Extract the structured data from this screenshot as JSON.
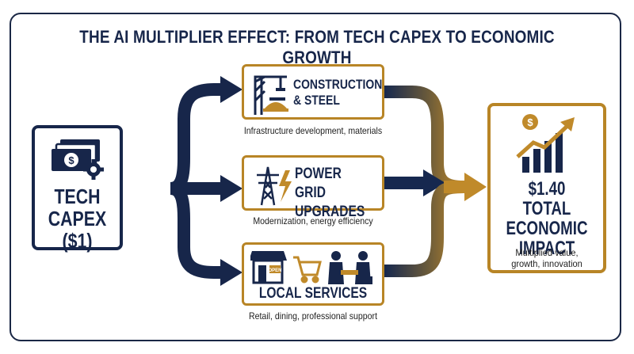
{
  "title": "THE AI MULTIPLIER EFFECT: FROM TECH CAPEX TO ECONOMIC GROWTH",
  "source": {
    "label": "TECH\nCAPEX\n($1)",
    "icon": "money-gear-icon"
  },
  "channels": [
    {
      "label": "CONSTRUCTION\n& STEEL",
      "caption": "Infrastructure development, materials",
      "icons": [
        "crane-icon",
        "steel-beam-icon",
        "hard-hat-icon"
      ]
    },
    {
      "label": "POWER GRID\nUPGRADES",
      "caption": "Modernization, energy efficiency",
      "icons": [
        "transmission-tower-icon",
        "lightning-icon"
      ]
    },
    {
      "label": "LOCAL SERVICES",
      "caption": "Retail, dining, professional support",
      "icons": [
        "storefront-icon",
        "shopping-cart-icon",
        "handshake-icon"
      ],
      "sign": "OPEN"
    }
  ],
  "outcome": {
    "label": "$1.40 TOTAL\nECONOMIC\nIMPACT",
    "caption": "Multiplied value,\ngrowth, innovation",
    "icon": "growth-chart-icon"
  },
  "colors": {
    "navy": "#17264a",
    "gold": "#b88526",
    "arrow_navy": "#16284f",
    "arrow_gold": "#c08a2a"
  }
}
